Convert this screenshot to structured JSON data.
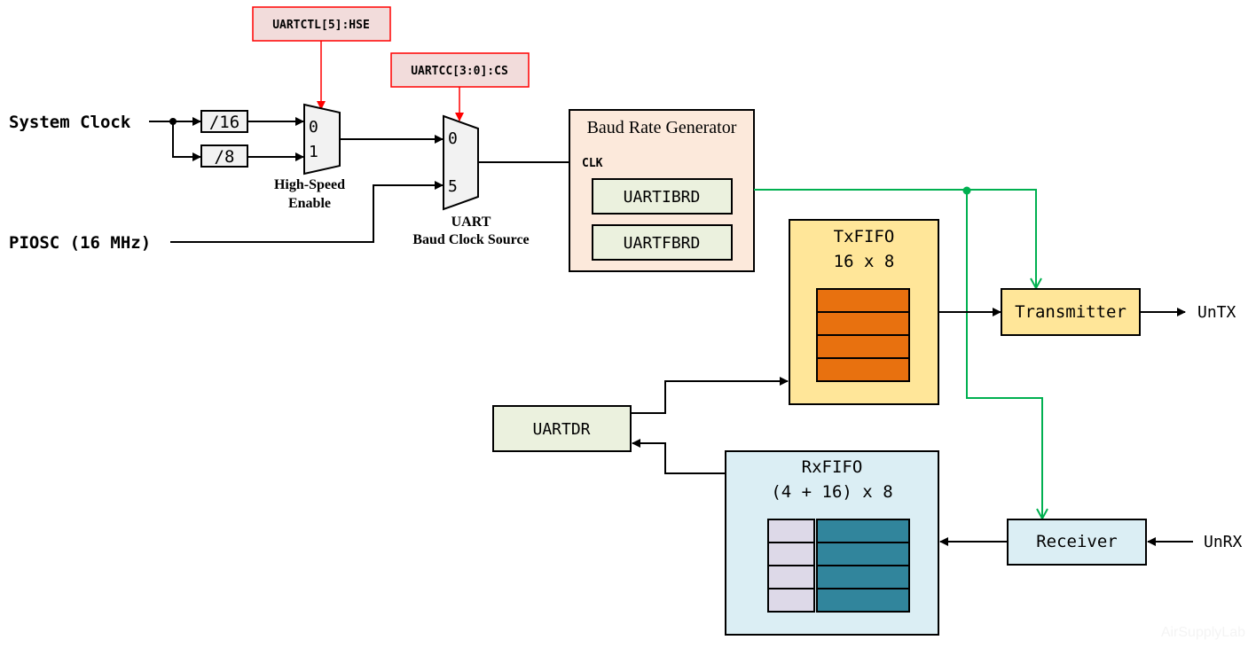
{
  "inputs": {
    "system_clock": "System Clock",
    "piosc": "PIOSC (16 MHz)"
  },
  "dividers": {
    "div16": "/16",
    "div8": "/8"
  },
  "control_registers": {
    "hse": "UARTCTL[5]:HSE",
    "cs": "UARTCC[3:0]:CS"
  },
  "mux_hse": {
    "in0": "0",
    "in1": "1",
    "label_line1": "High-Speed",
    "label_line2": "Enable"
  },
  "mux_cs": {
    "in0": "0",
    "in5": "5",
    "label_line1": "UART",
    "label_line2": "Baud Clock Source"
  },
  "baud_rate_generator": {
    "title": "Baud Rate Generator",
    "clk": "CLK",
    "reg1": "UARTIBRD",
    "reg2": "UARTFBRD"
  },
  "txfifo": {
    "title": "TxFIFO",
    "size": "16 x 8"
  },
  "rxfifo": {
    "title": "RxFIFO",
    "size": "(4 + 16) x 8"
  },
  "data_register": "UARTDR",
  "transmitter": "Transmitter",
  "receiver": "Receiver",
  "outputs": {
    "tx": "UnTX",
    "rx": "UnRX"
  },
  "watermark": "AirSupplyLab",
  "colors": {
    "control_fill": "#f2dcdb",
    "control_stroke": "#ff0000",
    "baud_fill": "#fce9db",
    "register_fill": "#ebf1de",
    "tx_fill": "#ffe699",
    "tx_cell": "#e8710f",
    "rx_fill": "#dbeef4",
    "rx_cell": "#31859c",
    "rx_status_cell": "#ddd9e8",
    "baud_clock_wire": "#00b050"
  }
}
